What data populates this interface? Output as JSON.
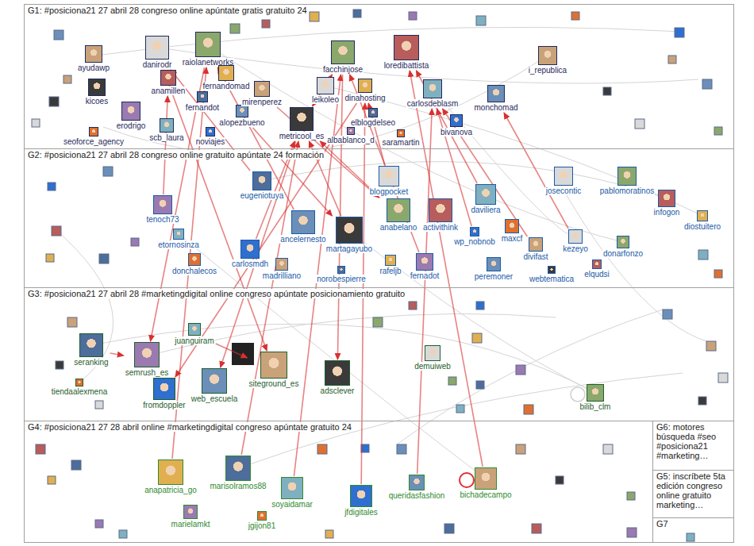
{
  "diagram": {
    "nodes": [
      {
        "text": [
          "G1: #posiciona21 27 abril 28 congreso online apúntate gratis gratuito 24"
        ]
      },
      {
        "text": [
          "ayudawp"
        ],
        "in": 0
      },
      {
        "text": [
          "kicoes"
        ],
        "in": 0
      },
      {
        "text": [
          "danirodr"
        ],
        "in": 0
      },
      {
        "text": [
          "raiolanetworks"
        ],
        "in": 0
      },
      {
        "text": [
          "anamillen"
        ],
        "in": 0
      },
      {
        "text": [
          "fernandomad"
        ],
        "in": 0
      },
      {
        "text": [
          "fernandot"
        ],
        "in": 0
      },
      {
        "text": [
          "erodrigo"
        ],
        "in": 0
      },
      {
        "text": [
          "scb_laura"
        ],
        "in": 0
      },
      {
        "text": [
          "seoforce_agency"
        ],
        "in": 0
      },
      {
        "text": [
          "noviajes"
        ],
        "in": 0
      },
      {
        "text": [
          "alopezbueno"
        ],
        "in": 0
      },
      {
        "text": [
          "mirenperez"
        ],
        "in": 0
      },
      {
        "text": [
          "metricool_es"
        ],
        "in": 0
      },
      {
        "text": [
          "leikoleo"
        ],
        "in": 0
      },
      {
        "text": [
          "facchinjose"
        ],
        "in": 0
      },
      {
        "text": [
          "loredibattista"
        ],
        "in": 0
      },
      {
        "text": [
          "dinahosting"
        ],
        "in": 0
      },
      {
        "text": [
          "elblogdelseo"
        ],
        "in": 0
      },
      {
        "text": [
          "albablanco_d"
        ],
        "in": 0
      },
      {
        "text": [
          "carlosdeblasm"
        ],
        "in": 0
      },
      {
        "text": [
          "saramartin"
        ],
        "in": 0
      },
      {
        "text": [
          "bivanova"
        ],
        "in": 0
      },
      {
        "text": [
          "monchomad"
        ],
        "in": 0
      },
      {
        "text": [
          "i_republica"
        ],
        "in": 0
      },
      {
        "text": [
          "G2: #posiciona21 27 abril 28 congreso online gratuito apúntate 24 formación"
        ]
      },
      {
        "text": [
          "josecontic"
        ],
        "in": 26
      },
      {
        "text": [
          "pablomoratinos"
        ],
        "in": 26
      },
      {
        "text": [
          "infogon"
        ],
        "in": 26
      },
      {
        "text": [
          "diostuitero"
        ],
        "in": 26
      },
      {
        "text": [
          "eugeniotuya"
        ],
        "in": 26
      },
      {
        "text": [
          "tenoch73"
        ],
        "in": 26
      },
      {
        "text": [
          "etornosinza"
        ],
        "in": 26
      },
      {
        "text": [
          "donchalecos"
        ],
        "in": 26
      },
      {
        "text": [
          "carlosmdh"
        ],
        "in": 26
      },
      {
        "text": [
          "ancelernesto"
        ],
        "in": 26
      },
      {
        "text": [
          "madrilliano"
        ],
        "in": 26
      },
      {
        "text": [
          "martagayubo"
        ],
        "in": 26
      },
      {
        "text": [
          "blogpocket"
        ],
        "in": 26
      },
      {
        "text": [
          "anabelano"
        ],
        "in": 26
      },
      {
        "text": [
          "activithink"
        ],
        "in": 26
      },
      {
        "text": [
          "rafeljb"
        ],
        "in": 26
      },
      {
        "text": [
          "norobespierre"
        ],
        "in": 26
      },
      {
        "text": [
          "fernadot"
        ],
        "in": 26
      },
      {
        "text": [
          "daviliera"
        ],
        "in": 26
      },
      {
        "text": [
          "maxcf"
        ],
        "in": 26
      },
      {
        "text": [
          "wp_nobnob"
        ],
        "in": 26
      },
      {
        "text": [
          "peremoner"
        ],
        "in": 26
      },
      {
        "text": [
          "divifast"
        ],
        "in": 26
      },
      {
        "text": [
          "webtematica"
        ],
        "in": 26
      },
      {
        "text": [
          "kezeyo"
        ],
        "in": 26
      },
      {
        "text": [
          "donarfonzo"
        ],
        "in": 26
      },
      {
        "text": [
          "elqudsi"
        ],
        "in": 26
      },
      {
        "text": [
          "G3: #posiciona21 27 abril 28 #marketingdigital online congreso apúntate posicionamiento gratuito"
        ]
      },
      {
        "text": [
          "seranking"
        ],
        "in": 54
      },
      {
        "text": [
          "semrush_es"
        ],
        "in": 54
      },
      {
        "text": [
          "juanguiram"
        ],
        "in": 54
      },
      {
        "text": [
          "tiendaalexmena"
        ],
        "in": 54
      },
      {
        "text": [
          "fromdoppler"
        ],
        "in": 54
      },
      {
        "text": [
          "web_escuela"
        ],
        "in": 54
      },
      {
        "text": [
          "siteground_es"
        ],
        "in": 54
      },
      {
        "text": [
          "adsclever"
        ],
        "in": 54
      },
      {
        "text": [
          "demuiweb"
        ],
        "in": 54
      },
      {
        "text": [
          "bilib_clm"
        ],
        "in": 54
      },
      {
        "text": [
          "G4: #posiciona21 27 28 abril online #marketingdigital congreso apúntate gratuito 24"
        ]
      },
      {
        "text": [
          "anapatricia_go"
        ],
        "in": 65
      },
      {
        "text": [
          "marisolramos88"
        ],
        "in": 65
      },
      {
        "text": [
          "marielamkt"
        ],
        "in": 65
      },
      {
        "text": [
          "soyaidamar"
        ],
        "in": 65
      },
      {
        "text": [
          "jgijon81"
        ],
        "in": 65
      },
      {
        "text": [
          "jfdigitales"
        ],
        "in": 65
      },
      {
        "text": [
          "queridasfashion"
        ],
        "in": 65
      },
      {
        "text": [
          "bichadecampo"
        ],
        "in": 65
      },
      {
        "text": [
          "G6: motores búsqueda #seo #posiciona21 #marketing…"
        ]
      },
      {
        "text": [
          "G5: inscríbete 5ta edición congreso online gratuito marketing…"
        ]
      },
      {
        "text": [
          "G7"
        ]
      }
    ],
    "edges": [
      {
        "from": 40,
        "to": 14,
        "arrow": "to"
      },
      {
        "from": 38,
        "to": 14,
        "arrow": "to"
      },
      {
        "from": 36,
        "to": 4,
        "arrow": "to"
      },
      {
        "from": 44,
        "to": 16,
        "arrow": "to"
      },
      {
        "from": 39,
        "to": 18,
        "arrow": "to"
      },
      {
        "from": 45,
        "to": 17,
        "arrow": "to"
      },
      {
        "from": 67,
        "to": 14,
        "arrow": "to"
      },
      {
        "from": 66,
        "to": 4,
        "arrow": "to"
      },
      {
        "from": 69,
        "to": 16,
        "arrow": "to"
      },
      {
        "from": 71,
        "to": 18,
        "arrow": "to"
      },
      {
        "from": 72,
        "to": 21,
        "arrow": "to"
      },
      {
        "from": 73,
        "to": 17,
        "arrow": "to"
      },
      {
        "from": 31,
        "to": 3,
        "arrow": "to"
      },
      {
        "from": 32,
        "to": 5,
        "arrow": "to"
      },
      {
        "from": 35,
        "to": 14,
        "arrow": "to"
      },
      {
        "from": 3,
        "to": 61,
        "arrow": "to"
      },
      {
        "from": 4,
        "to": 56,
        "arrow": "to"
      },
      {
        "from": 14,
        "to": 60,
        "arrow": "to"
      },
      {
        "from": 16,
        "to": 62,
        "arrow": "to"
      },
      {
        "from": 18,
        "to": 59,
        "arrow": "to"
      },
      {
        "from": 13,
        "to": 40,
        "arrow": "to"
      },
      {
        "from": 12,
        "to": 38,
        "arrow": "to"
      },
      {
        "from": 49,
        "to": 21,
        "arrow": "to"
      },
      {
        "from": 51,
        "to": 24,
        "arrow": "to"
      },
      {
        "from": 55,
        "to": 56,
        "arrow": "to"
      },
      {
        "from": 57,
        "to": 61,
        "arrow": "to"
      },
      {
        "from": 47,
        "to": 21,
        "arrow": "to"
      },
      {
        "from": 14,
        "to": 16,
        "arrow": "both"
      }
    ]
  }
}
